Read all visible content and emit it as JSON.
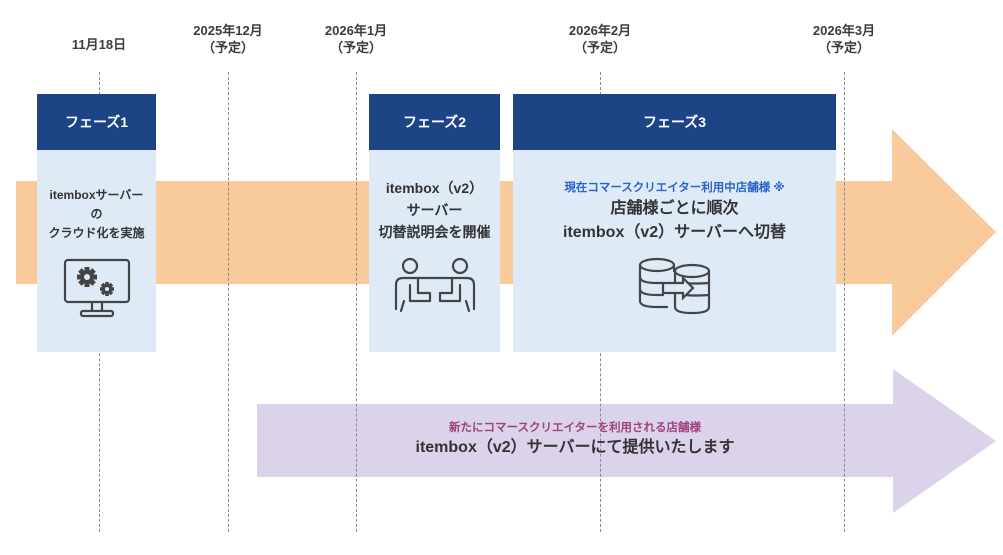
{
  "timeline": {
    "dates": [
      {
        "line1": "11月18日",
        "line2": ""
      },
      {
        "line1": "2025年12月",
        "line2": "（予定）"
      },
      {
        "line1": "2026年1月",
        "line2": "（予定）"
      },
      {
        "line1": "2026年2月",
        "line2": "（予定）"
      },
      {
        "line1": "2026年3月",
        "line2": "（予定）"
      }
    ]
  },
  "phases": [
    {
      "title": "フェーズ1",
      "lines": [
        "itemboxサーバー",
        "の",
        "クラウド化を実施"
      ],
      "icon": "monitor-gears-icon"
    },
    {
      "title": "フェーズ2",
      "lines": [
        "itembox（v2）",
        "サーバー",
        "切替説明会を開催"
      ],
      "icon": "meeting-people-icon"
    },
    {
      "title": "フェーズ3",
      "note": "現在コマースクリエイター利用中店舗様 ※",
      "lines": [
        "店舗様ごとに順次",
        "itembox（v2）サーバーへ切替"
      ],
      "icon": "database-transfer-icon"
    }
  ],
  "new_store_arrow": {
    "note": "新たにコマースクリエイターを利用される店舗様",
    "main": "itembox（v2）サーバーにて提供いたします"
  },
  "colors": {
    "phase_header": "#1d4485",
    "phase_body": "#deebf7",
    "orange_arrow": "#f8ca9c",
    "purple_arrow": "#dad3e9",
    "note_blue": "#2a63c9",
    "note_magenta": "#a0427c"
  }
}
